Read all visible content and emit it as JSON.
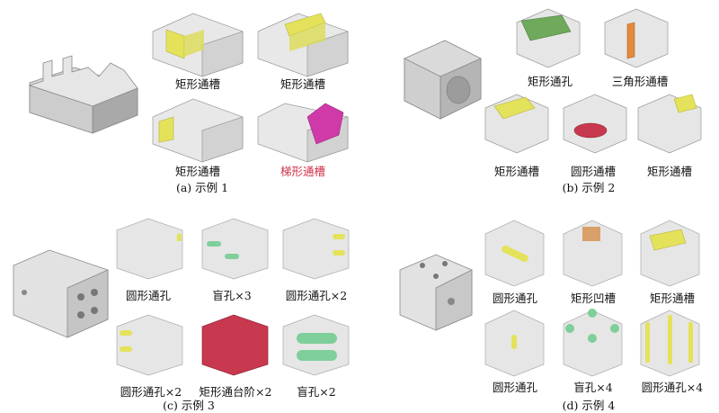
{
  "panels": [
    {
      "caption": "(a) 示例 1",
      "labels": [
        "矩形通槽",
        "矩形通槽",
        "矩形通槽",
        "梯形通槽"
      ]
    },
    {
      "caption": "(b) 示例 2",
      "labels": [
        "矩形通孔",
        "三角形通槽",
        "矩形通槽",
        "圆形通槽",
        "矩形通槽"
      ]
    },
    {
      "caption": "(c) 示例 3",
      "labels": [
        "圆形通孔",
        "盲孔×3",
        "圆形通孔×2",
        "圆形通孔×2",
        "矩形通台阶×2",
        "盲孔×2"
      ]
    },
    {
      "caption": "(d) 示例 4",
      "labels": [
        "圆形通孔",
        "矩形凹槽",
        "矩形通槽",
        "圆形通孔",
        "盲孔×4",
        "圆形通孔×4"
      ]
    }
  ],
  "colors": {
    "feature_yellow": "#e4e25a",
    "feature_magenta": "#cf3aa8",
    "feature_green": "#6fa95c",
    "feature_orange": "#e38a3c",
    "feature_red": "#c8384f",
    "feature_tan": "#d9a06a",
    "feature_mint": "#7fcf9a",
    "label_red": "#d0324a"
  }
}
